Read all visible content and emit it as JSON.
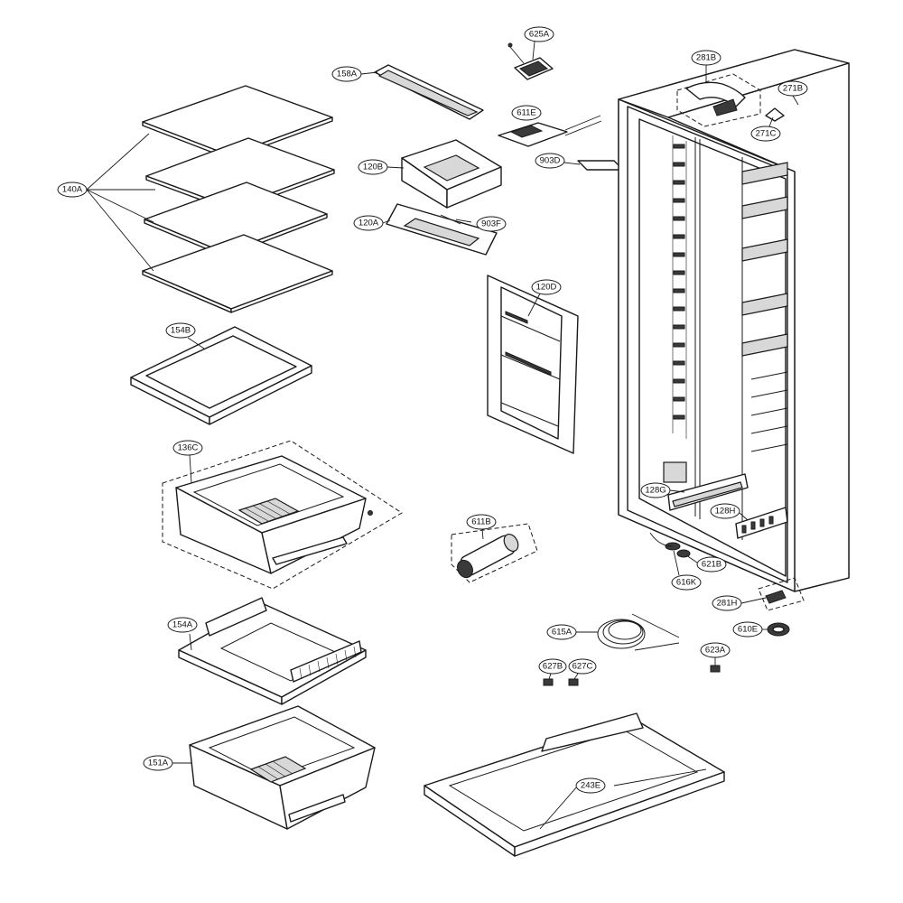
{
  "diagram": {
    "callouts": {
      "c140A": "140A",
      "c158A": "158A",
      "c625A": "625A",
      "c611E": "611E",
      "c120B": "120B",
      "c903D": "903D",
      "c120A": "120A",
      "c903F": "903F",
      "c120D": "120D",
      "c154B": "154B",
      "c136C": "136C",
      "c611B": "611B",
      "c154A": "154A",
      "c151A": "151A",
      "c281B": "281B",
      "c271B": "271B",
      "c271C": "271C",
      "c128G": "128G",
      "c128H": "128H",
      "c621B": "621B",
      "c616K": "616K",
      "c281H": "281H",
      "c610E": "610E",
      "c615A": "615A",
      "c623A": "623A",
      "c627B": "627B",
      "c627C": "627C",
      "c243E": "243E"
    }
  }
}
